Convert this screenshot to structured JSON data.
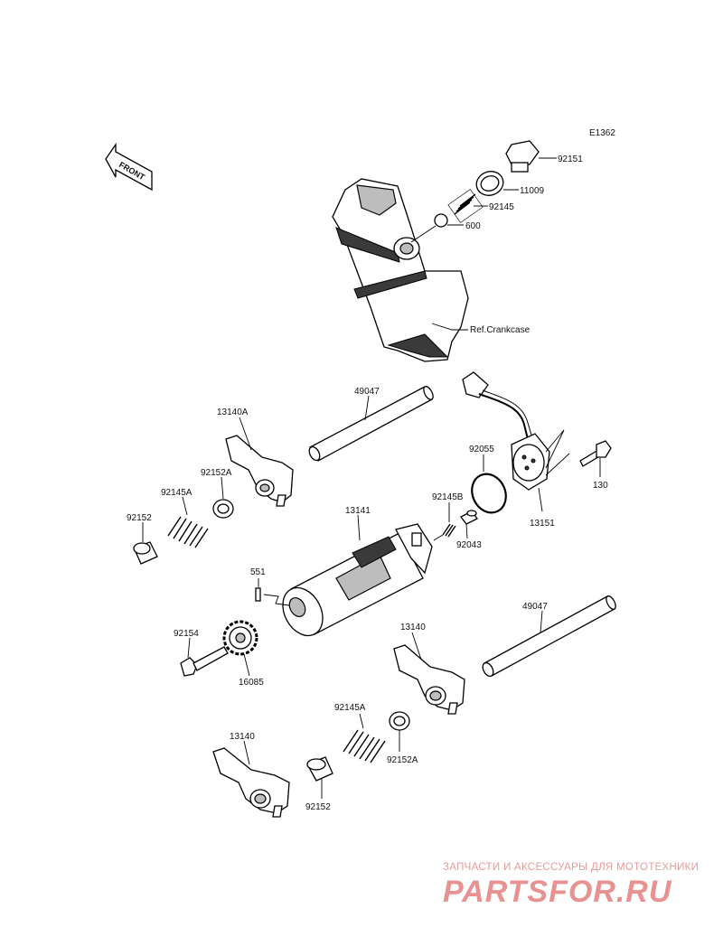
{
  "diagram": {
    "code": "E1362",
    "front_label": "FRONT",
    "ref_label": "Ref.Crankcase"
  },
  "parts": [
    {
      "id": "92151"
    },
    {
      "id": "11009"
    },
    {
      "id": "92145"
    },
    {
      "id": "600"
    },
    {
      "id": "49047"
    },
    {
      "id": "13140A"
    },
    {
      "id": "92055"
    },
    {
      "id": "92152A"
    },
    {
      "id": "92145A"
    },
    {
      "id": "92152"
    },
    {
      "id": "13141"
    },
    {
      "id": "92145B"
    },
    {
      "id": "92043"
    },
    {
      "id": "130"
    },
    {
      "id": "13151"
    },
    {
      "id": "551"
    },
    {
      "id": "92154"
    },
    {
      "id": "16085"
    },
    {
      "id": "49047"
    },
    {
      "id": "13140"
    },
    {
      "id": "92145A"
    },
    {
      "id": "92152A"
    },
    {
      "id": "13140"
    },
    {
      "id": "92152"
    }
  ],
  "watermark": {
    "tagline": "ЗАПЧАСТИ И АКСЕССУАРЫ ДЛЯ МОТОТЕХНИКИ",
    "brand": "PARTSFOR.RU",
    "color": "#e89191"
  }
}
